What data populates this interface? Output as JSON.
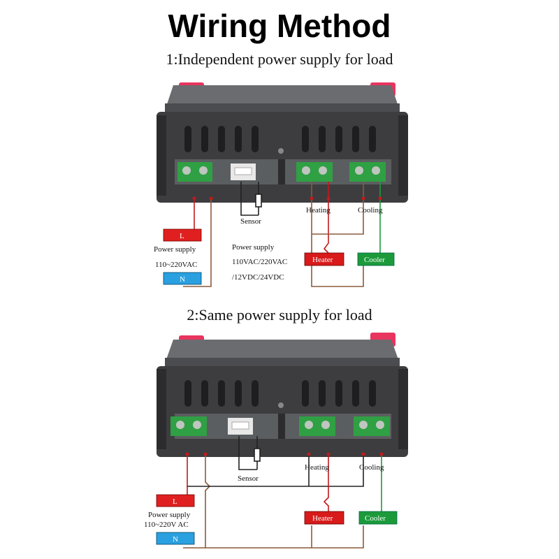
{
  "title": "Wiring Method",
  "sections": [
    {
      "title": "1:Independent power supply for load",
      "sensor_label": "Sensor",
      "heating_label": "Heating",
      "cooling_label": "Cooling",
      "L_label": "L",
      "N_label": "N",
      "power_label": "Power supply",
      "voltage_label": "110~220VAC",
      "load_power_label": "Power supply",
      "load_voltage_1": "110VAC/220VAC",
      "load_voltage_2": "/12VDC/24VDC",
      "heater_label": "Heater",
      "cooler_label": "Cooler"
    },
    {
      "title": "2:Same power supply for load",
      "sensor_label": "Sensor",
      "heating_label": "Heating",
      "cooling_label": "Cooling",
      "L_label": "L",
      "N_label": "N",
      "power_label": "Power supply",
      "voltage_label": "110~220V AC",
      "heater_label": "Heater",
      "cooler_label": "Cooler"
    }
  ],
  "colors": {
    "device_body": "#3d3d40",
    "device_top": "#55575a",
    "terminal": "#2fa043",
    "pink_clip": "#e8345e",
    "L_box": "#e02020",
    "N_box": "#2aa0e0",
    "heater_box": "#d81a1a",
    "cooler_box": "#1c9a3a",
    "wire_red": "#c21a1a",
    "wire_brown": "#8a5a3a"
  }
}
